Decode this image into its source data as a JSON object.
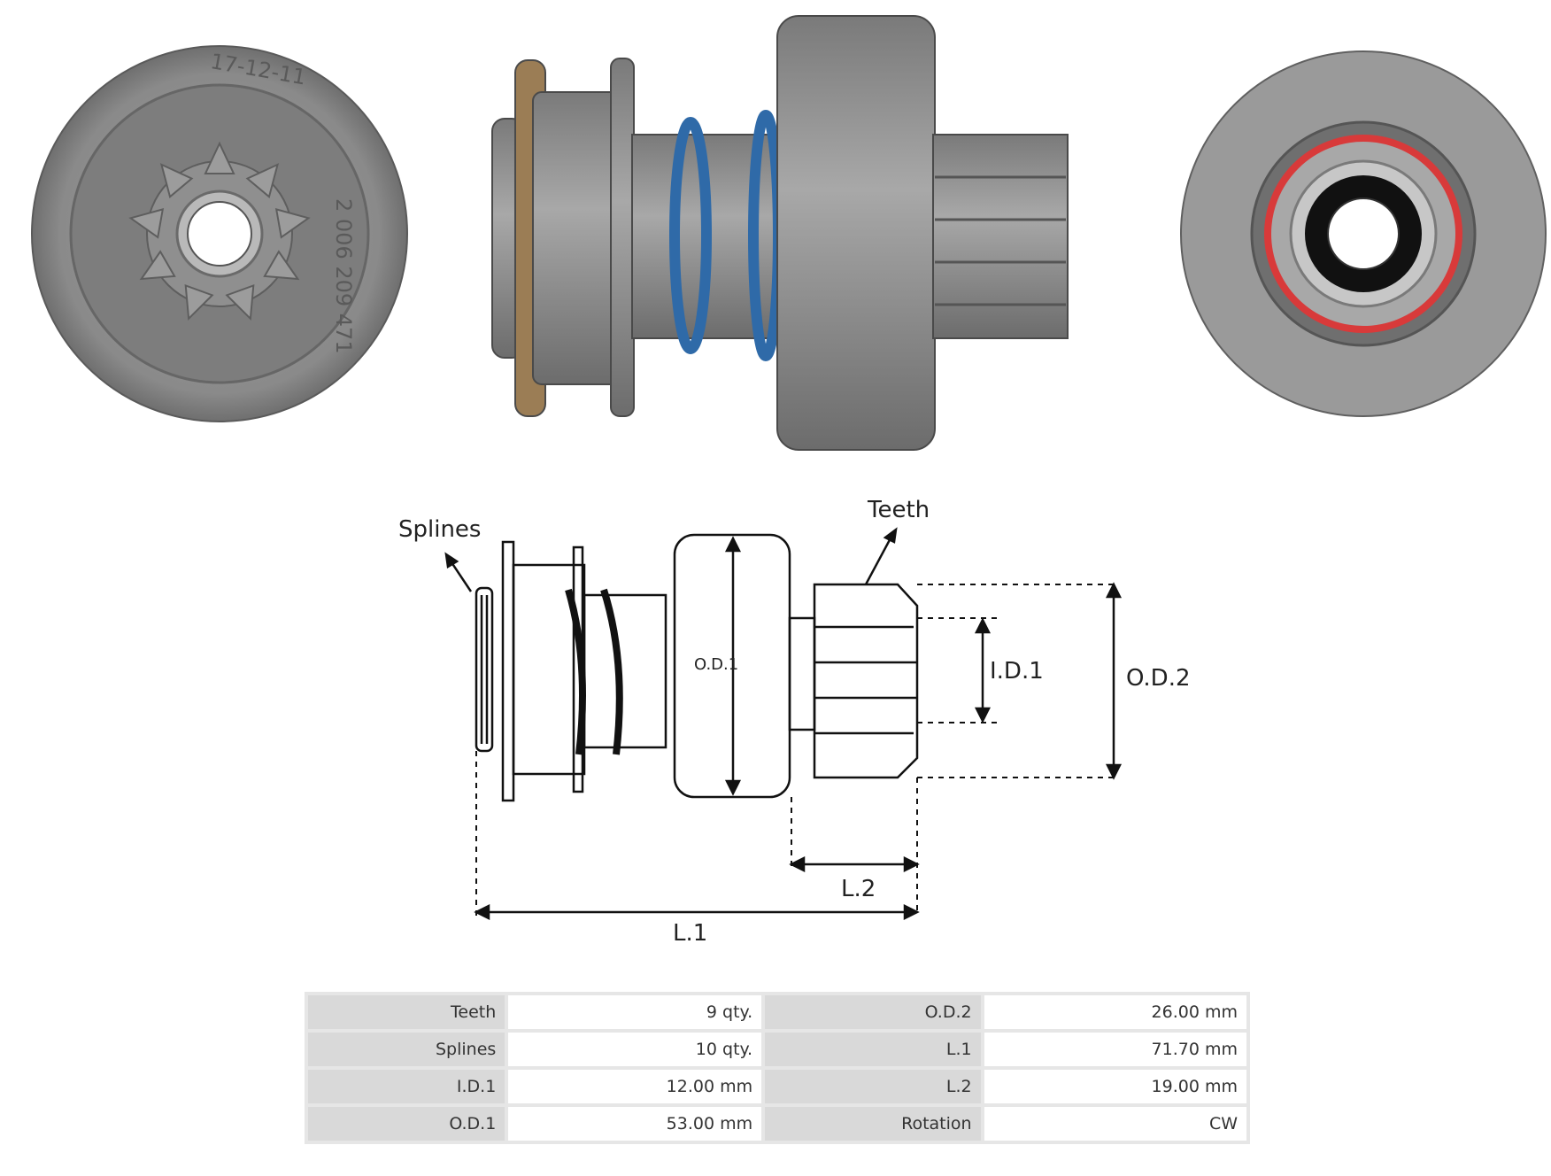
{
  "photos": {
    "left_markings": {
      "date": "17-12-11",
      "part_no": "2 006 209 471"
    }
  },
  "diagram": {
    "labels": {
      "splines": "Splines",
      "teeth": "Teeth",
      "od1": "O.D.1",
      "id1": "I.D.1",
      "od2": "O.D.2",
      "l2": "L.2",
      "l1": "L.1"
    }
  },
  "specs": {
    "rows": [
      {
        "k1": "Teeth",
        "v1": "9 qty.",
        "k2": "O.D.2",
        "v2": "26.00 mm"
      },
      {
        "k1": "Splines",
        "v1": "10 qty.",
        "k2": "L.1",
        "v2": "71.70 mm"
      },
      {
        "k1": "I.D.1",
        "v1": "12.00 mm",
        "k2": "L.2",
        "v2": "19.00 mm"
      },
      {
        "k1": "O.D.1",
        "v1": "53.00 mm",
        "k2": "Rotation",
        "v2": "CW"
      }
    ]
  },
  "colors": {
    "spring_blue": "#2f6aa8",
    "seal_red": "#d83a3a",
    "metal_gray": "#8e8e8e"
  }
}
